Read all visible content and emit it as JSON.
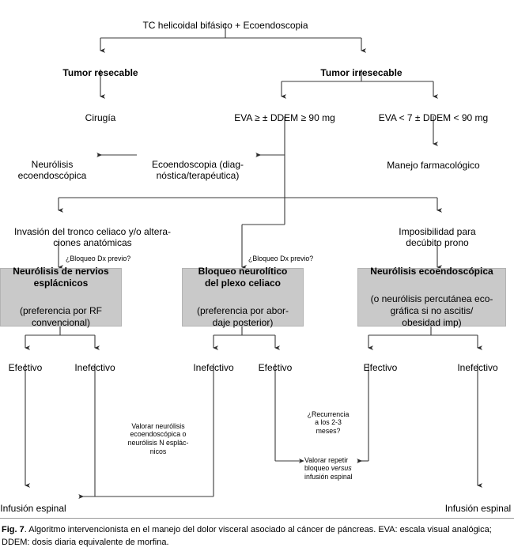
{
  "figure": {
    "number": "Fig. 7",
    "caption_text": ". Algoritmo intervencionista en el manejo del dolor visceral asociado al cáncer de páncreas. EVA: escala visual analógica; DDEM: dosis diaria equivalente de morfina."
  },
  "nodes": {
    "root": "TC helicoidal bifásico + Ecoendoscopia",
    "resecable": "Tumor resecable",
    "irresecable": "Tumor irresecable",
    "cirugia": "Cirugía",
    "eva_high": "EVA ≥ ± DDEM ≥ 90 mg",
    "eva_low": "EVA < 7 ± DDEM < 90 mg",
    "manejo_farmacologico": "Manejo farmacológico",
    "ecoendoscopia_diag": "Ecoendoscopia (diag-\nnóstica/terapéutica)",
    "neurolisis_eco": "Neurólisis\necoendoscópica",
    "invasion_tronco": "Invasión del tronco celiaco y/o altera-\nciones anatómicas",
    "imposibilidad": "Imposibilidad para\ndecúbito prono"
  },
  "decisions": {
    "bloqueo_dx_left": "¿Bloqueo Dx previo?",
    "bloqueo_dx_mid": "¿Bloqueo Dx previo?",
    "recurrencia": "¿Recurrencia\na los 2-3\nmeses?"
  },
  "treatment_boxes": [
    {
      "id": "neurolisis-nervios-esplacnicos",
      "title": "Neurólisis de nervios\nesplácnicos",
      "subtitle": "(preferencia por RF\nconvencional)"
    },
    {
      "id": "bloqueo-neurolitico-plexo-celiaco",
      "title": "Bloqueo neurolítico\ndel plexo celiaco",
      "subtitle": "(preferencia por abor-\ndaje posterior)"
    },
    {
      "id": "neurolisis-ecoendoscopica",
      "title": "Neurólisis ecoendoscópica",
      "subtitle": "(o neurólisis percutánea eco-\ngráfica si no ascitis/\nobesidad imp)"
    }
  ],
  "outcomes": {
    "b1_left": "Efectivo",
    "b1_right": "Inefectivo",
    "b2_left": "Inefectivo",
    "b2_right": "Efectivo",
    "b3_left": "Efectivo",
    "b3_right": "Inefectivo"
  },
  "annotations": {
    "valorar_neurolisis": "Valorar neurólisis\necoendoscópica o\nneurólisis N esplác-\nnicos",
    "valorar_repetir_pre": "Valorar repetir\nbloqueo ",
    "valorar_repetir_ital": "versus",
    "valorar_repetir_post": "\ninfusión espinal"
  },
  "terminals": {
    "infusion_left": "Infusión espinal",
    "infusion_right": "Infusión espinal"
  },
  "colors": {
    "box_fill": "#c9c9c9",
    "line": "#3a3a3a",
    "text": "#000000",
    "background": "#ffffff"
  }
}
